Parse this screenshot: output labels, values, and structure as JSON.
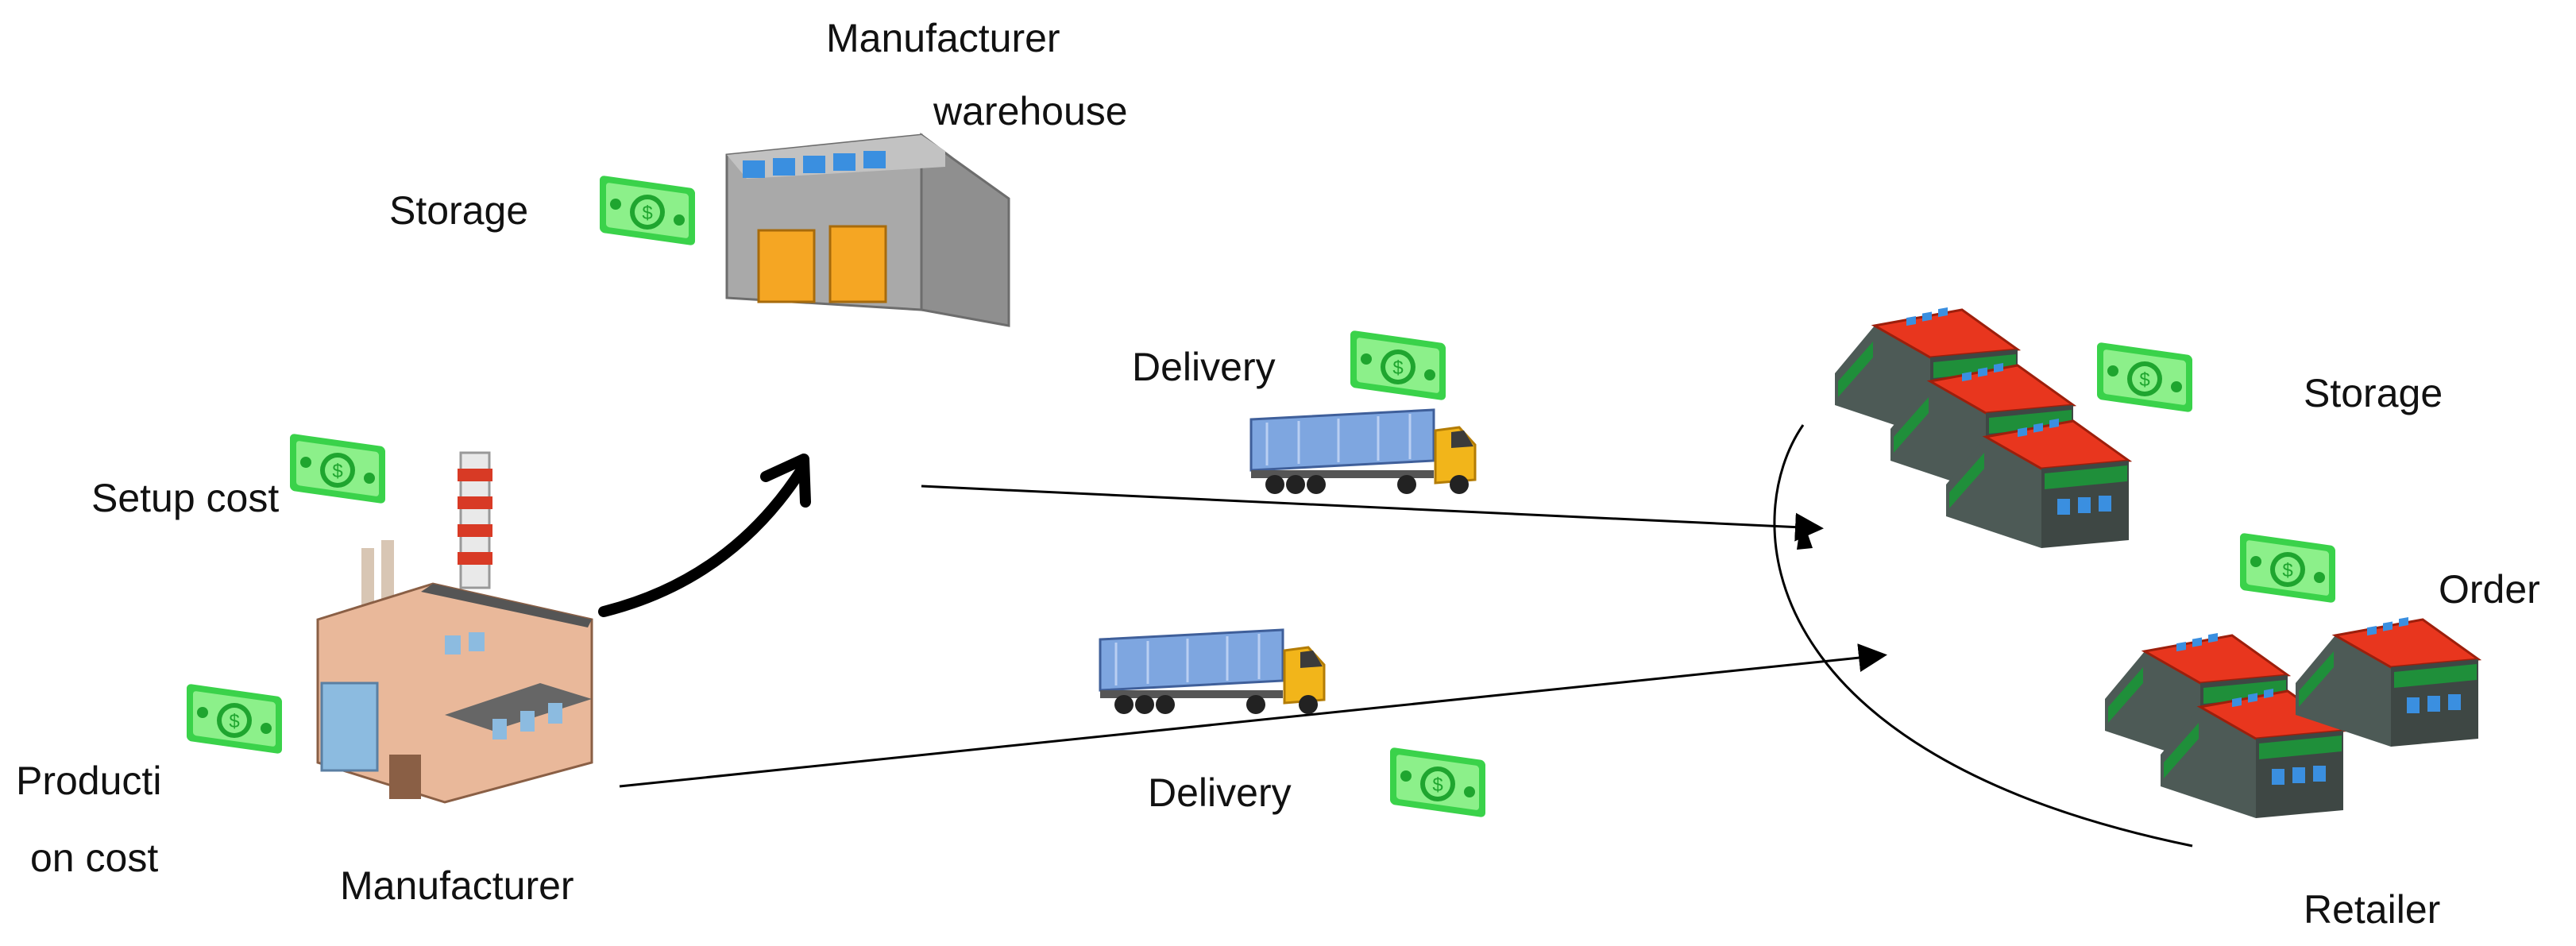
{
  "labels": {
    "warehouse_title_line1": "Manufacturer",
    "warehouse_title_line2": "warehouse",
    "storage_left": "Storage",
    "setup_cost": "Setup cost",
    "production_cost_line1": "Producti",
    "production_cost_line2": "on cost",
    "manufacturer": "Manufacturer",
    "delivery_top": "Delivery",
    "delivery_bottom": "Delivery",
    "storage_right": "Storage",
    "order": "Order",
    "retailer": "Retailer"
  },
  "icons": [
    "money-icon",
    "warehouse-icon",
    "factory-icon",
    "truck-icon",
    "retailer-store-icon"
  ],
  "colors": {
    "money": "#3ad24a",
    "roof_red": "#e8361e",
    "truck_cab": "#f2b51a",
    "trailer": "#7ea6e0",
    "warehouse_wall": "#a9a9a9",
    "warehouse_door": "#f5a623",
    "factory_wall": "#e9b89a"
  }
}
